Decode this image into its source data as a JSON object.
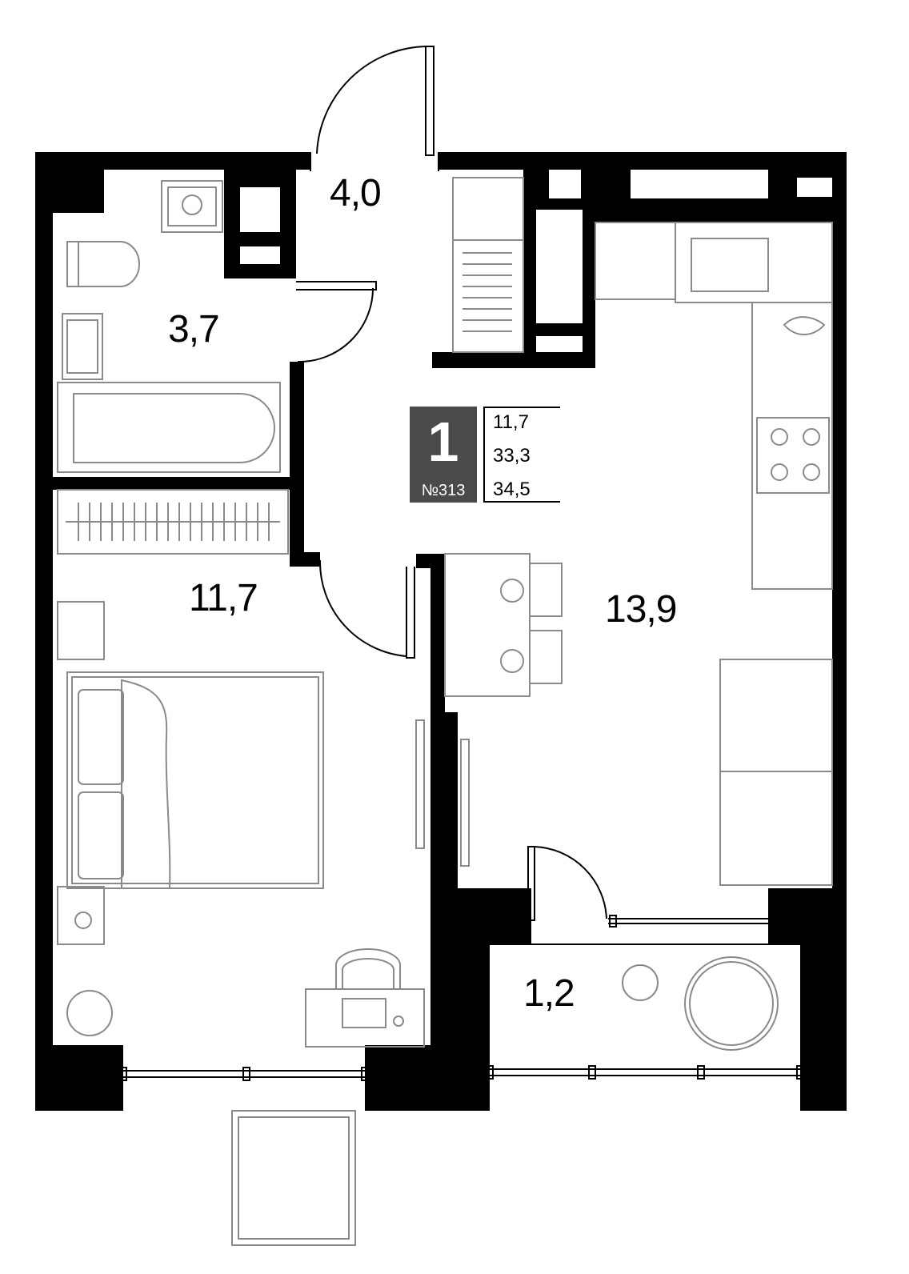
{
  "apartment": {
    "rooms_count": "1",
    "number": "№313",
    "areas": [
      "11,7",
      "33,3",
      "34,5"
    ]
  },
  "rooms": {
    "hall": "4,0",
    "bathroom": "3,7",
    "bedroom": "11,7",
    "kitchen_living": "13,9",
    "balcony": "1,2"
  },
  "colors": {
    "wall": "#000000",
    "badge": "#4a4a4a",
    "furniture": "#8a8a8a"
  }
}
